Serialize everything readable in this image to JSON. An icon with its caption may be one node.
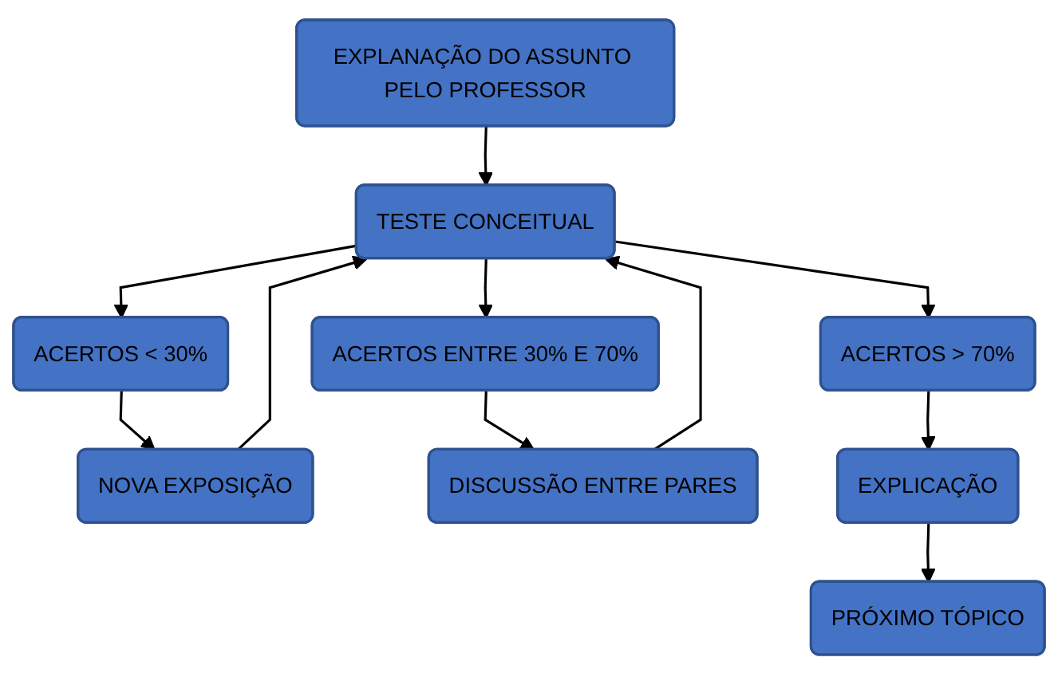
{
  "diagram": {
    "nodes": [
      {
        "text": [
          "EXPLANAÇÃO DO ASSUNTO PELO PROFESSOR"
        ]
      },
      {
        "text": [
          "TESTE CONCEITUAL"
        ]
      },
      {
        "text": [
          "ACERTOS < 30%"
        ]
      },
      {
        "text": [
          "ACERTOS ENTRE 30% E 70%"
        ]
      },
      {
        "text": [
          "ACERTOS > 70%"
        ]
      },
      {
        "text": [
          "NOVA EXPOSIÇÃO"
        ]
      },
      {
        "text": [
          "DISCUSSÃO ENTRE PARES"
        ]
      },
      {
        "text": [
          "EXPLICAÇÃO"
        ]
      },
      {
        "text": [
          "PRÓXIMO TÓPICO"
        ]
      }
    ],
    "edges": [
      {
        "from": 0,
        "to": 1,
        "arrow": "to"
      },
      {
        "from": 1,
        "to": 2,
        "arrow": "to"
      },
      {
        "from": 1,
        "to": 3,
        "arrow": "to"
      },
      {
        "from": 1,
        "to": 4,
        "arrow": "to"
      },
      {
        "from": 2,
        "to": 5,
        "arrow": "to"
      },
      {
        "from": 3,
        "to": 6,
        "arrow": "to"
      },
      {
        "from": 4,
        "to": 7,
        "arrow": "to"
      },
      {
        "from": 7,
        "to": 8,
        "arrow": "to"
      },
      {
        "from": 5,
        "to": 1,
        "arrow": "to"
      },
      {
        "from": 6,
        "to": 1,
        "arrow": "to"
      }
    ]
  }
}
